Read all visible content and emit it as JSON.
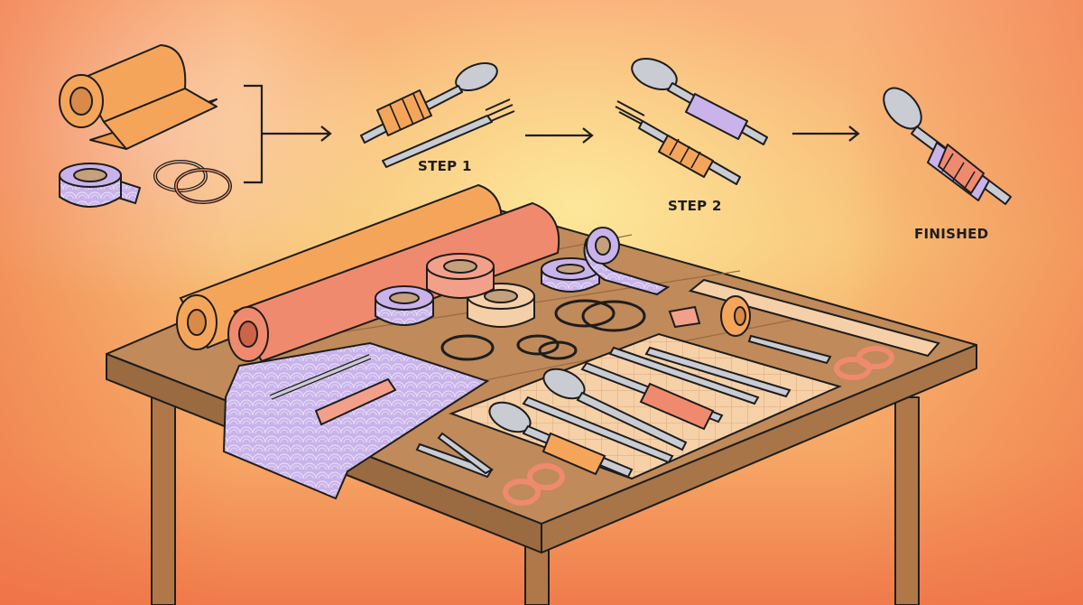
{
  "illustration": {
    "materials": {
      "items": [
        "contact-paper-roll",
        "washi-tape",
        "rubber-bands"
      ]
    },
    "steps": [
      {
        "label": "STEP 1"
      },
      {
        "label": "STEP 2"
      },
      {
        "label": "FINISHED"
      }
    ],
    "colors": {
      "outline": "#1d1d1d",
      "orange": "#f5a55a",
      "coral": "#f08a6e",
      "lavender": "#c9b3ea",
      "wood": "#c08a5a",
      "wood_dark": "#9a6a40",
      "metal": "#c9ccd3"
    }
  }
}
